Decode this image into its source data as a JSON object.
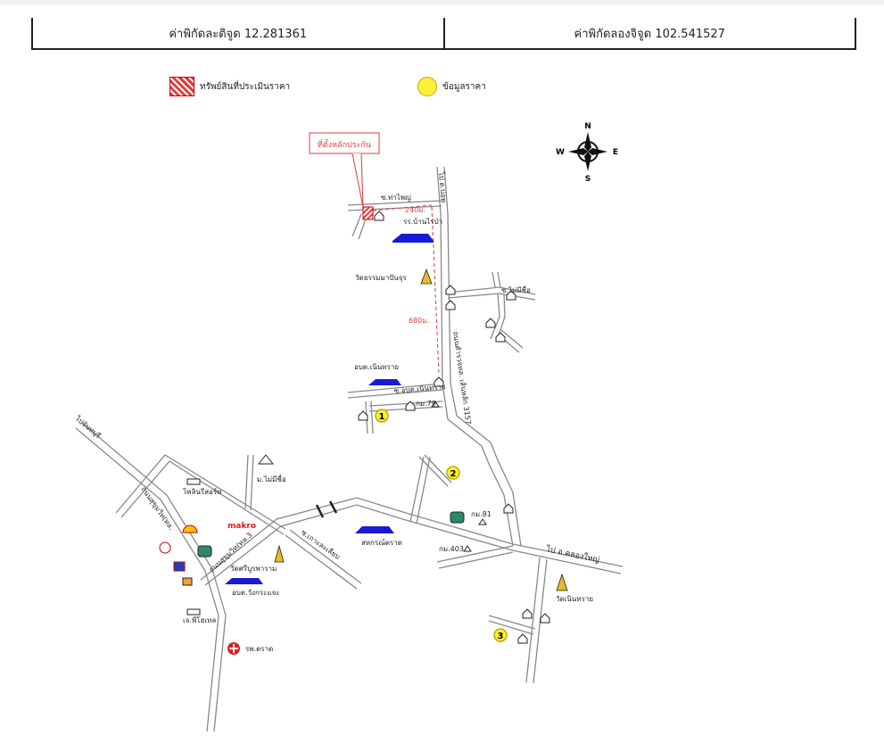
{
  "coordinates": {
    "latitude": "ค่าพิกัดละติจูด 12.281361",
    "longitude": "ค่าพิกัดลองจิจูด 102.541527"
  },
  "legend": {
    "property": "ทรัพย์สินที่ประเมินราคา",
    "price_data": "ข้อมูลราคา"
  },
  "compass": {
    "n": "N",
    "s": "S",
    "e": "E",
    "w": "W"
  },
  "colors": {
    "property_red": "#e23b3b",
    "price_yellow": "#ffef3a",
    "building_blue": "#1a1ad6",
    "temple_gold": "#e8b828",
    "road": "#888888"
  },
  "map": {
    "callout": "ที่ตั้งหลักประกัน",
    "road_labels": {
      "soi_thaphai": "ซ.ท่าไพญ่",
      "to_ban_noen": "ไป ต.บ่อพ",
      "soi_nameless1": "ซ.ไม่มีชื่อ",
      "main_road": "ถนนตำรวจทล. เส้นหลัก 3157",
      "soi_obt": "ซ.อบต.เนินทราย",
      "to_chanthaburi": "ไปจันทบุรี",
      "sukhumvit": "ถนนสุขุมวิท(ทล.",
      "sukhumvit2": "ถนนสุขุมวิท(ทล.3",
      "soi_koh": "ซ.เกาะละเลียบ",
      "to_khlongyai": "ไป อ.คลองใหญ่"
    },
    "distances": {
      "d1": "240ม.",
      "d2": "680ม."
    },
    "places": {
      "school": "รร.บ้านไร่ป่า",
      "temple1": "วัดธรรมมาปันจุร",
      "obt1": "อบต.เนินทราย",
      "km79": "กม.79",
      "village": "ม.ไม่มีชื่อ",
      "store": "โพลินรีสอร์ท",
      "makro": "makro",
      "temple2": "วัดศรีบูรพาราม",
      "obt2": "อบต.วังกระแจะ",
      "coop": "สหกรณ์ตราด",
      "km81": "กม.81",
      "km403": "กม.403",
      "temple3": "วัดเนินทราย",
      "jfh": "เจ.พีโฮเทล",
      "hospital": "รพ.ตราด"
    },
    "price_points": [
      "1",
      "2",
      "3"
    ]
  }
}
